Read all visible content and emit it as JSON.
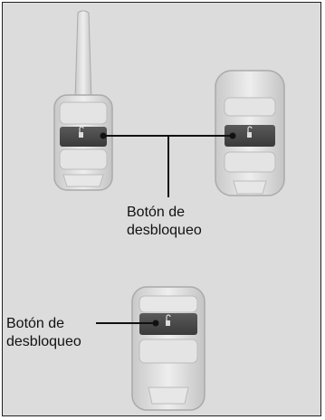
{
  "labels": {
    "top_line1": "Botón de",
    "top_line2": "desbloqueo",
    "bottom_line1": "Botón de",
    "bottom_line2": "desbloqueo"
  },
  "colors": {
    "background": "#dcdcdc",
    "fob_body": "#d9d9d9",
    "button_dark": "#4a4a4a",
    "callout_line": "#111111"
  },
  "icons": [
    "key-fob-with-blade",
    "flip-key-fob",
    "smart-key-fob",
    "unlock-icon"
  ]
}
